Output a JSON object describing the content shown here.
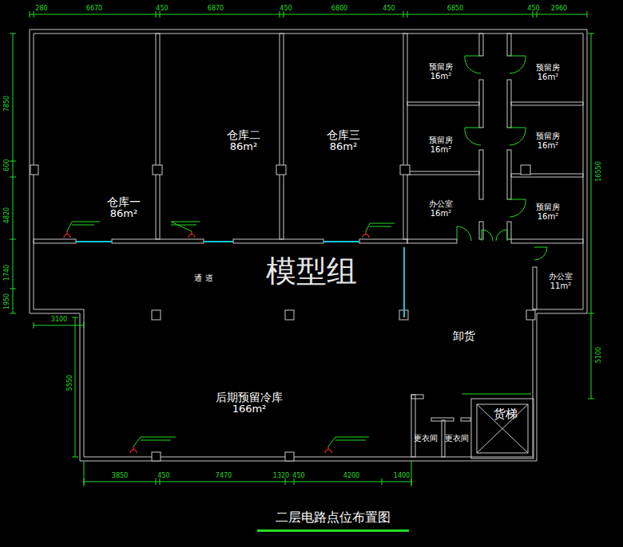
{
  "diagram": {
    "title": "二层电路点位布置图",
    "nodes": [
      {
        "text": [
          "仓库一",
          "86m²"
        ]
      },
      {
        "text": [
          "仓库二",
          "86m²"
        ]
      },
      {
        "text": [
          "仓库三",
          "86m²"
        ]
      },
      {
        "text": [
          "预留房",
          "16m²"
        ]
      },
      {
        "text": [
          "预留房",
          "16m²"
        ]
      },
      {
        "text": [
          "预留房",
          "16m²"
        ]
      },
      {
        "text": [
          "预留房",
          "16m²"
        ]
      },
      {
        "text": [
          "办公室",
          "16m²"
        ]
      },
      {
        "text": [
          "预留房",
          "16m²"
        ]
      },
      {
        "text": [
          "通 道"
        ]
      },
      {
        "text": [
          "办公室",
          "11m²"
        ]
      },
      {
        "text": [
          "卸货"
        ]
      },
      {
        "text": [
          "后期预留冷库",
          "166m²"
        ]
      },
      {
        "text": [
          "更衣间"
        ]
      },
      {
        "text": [
          "更衣间"
        ]
      },
      {
        "text": [
          "货梯"
        ]
      }
    ],
    "labels": [
      "模型组",
      "280",
      "6670",
      "450",
      "6870",
      "450",
      "6800",
      "450",
      "6850",
      "450",
      "2960",
      "7850",
      "600",
      "4820",
      "1740",
      "1950",
      "3100",
      "5550",
      "16550",
      "5100",
      "3850",
      "450",
      "7470",
      "1320",
      "450",
      "4200",
      "1400"
    ]
  }
}
